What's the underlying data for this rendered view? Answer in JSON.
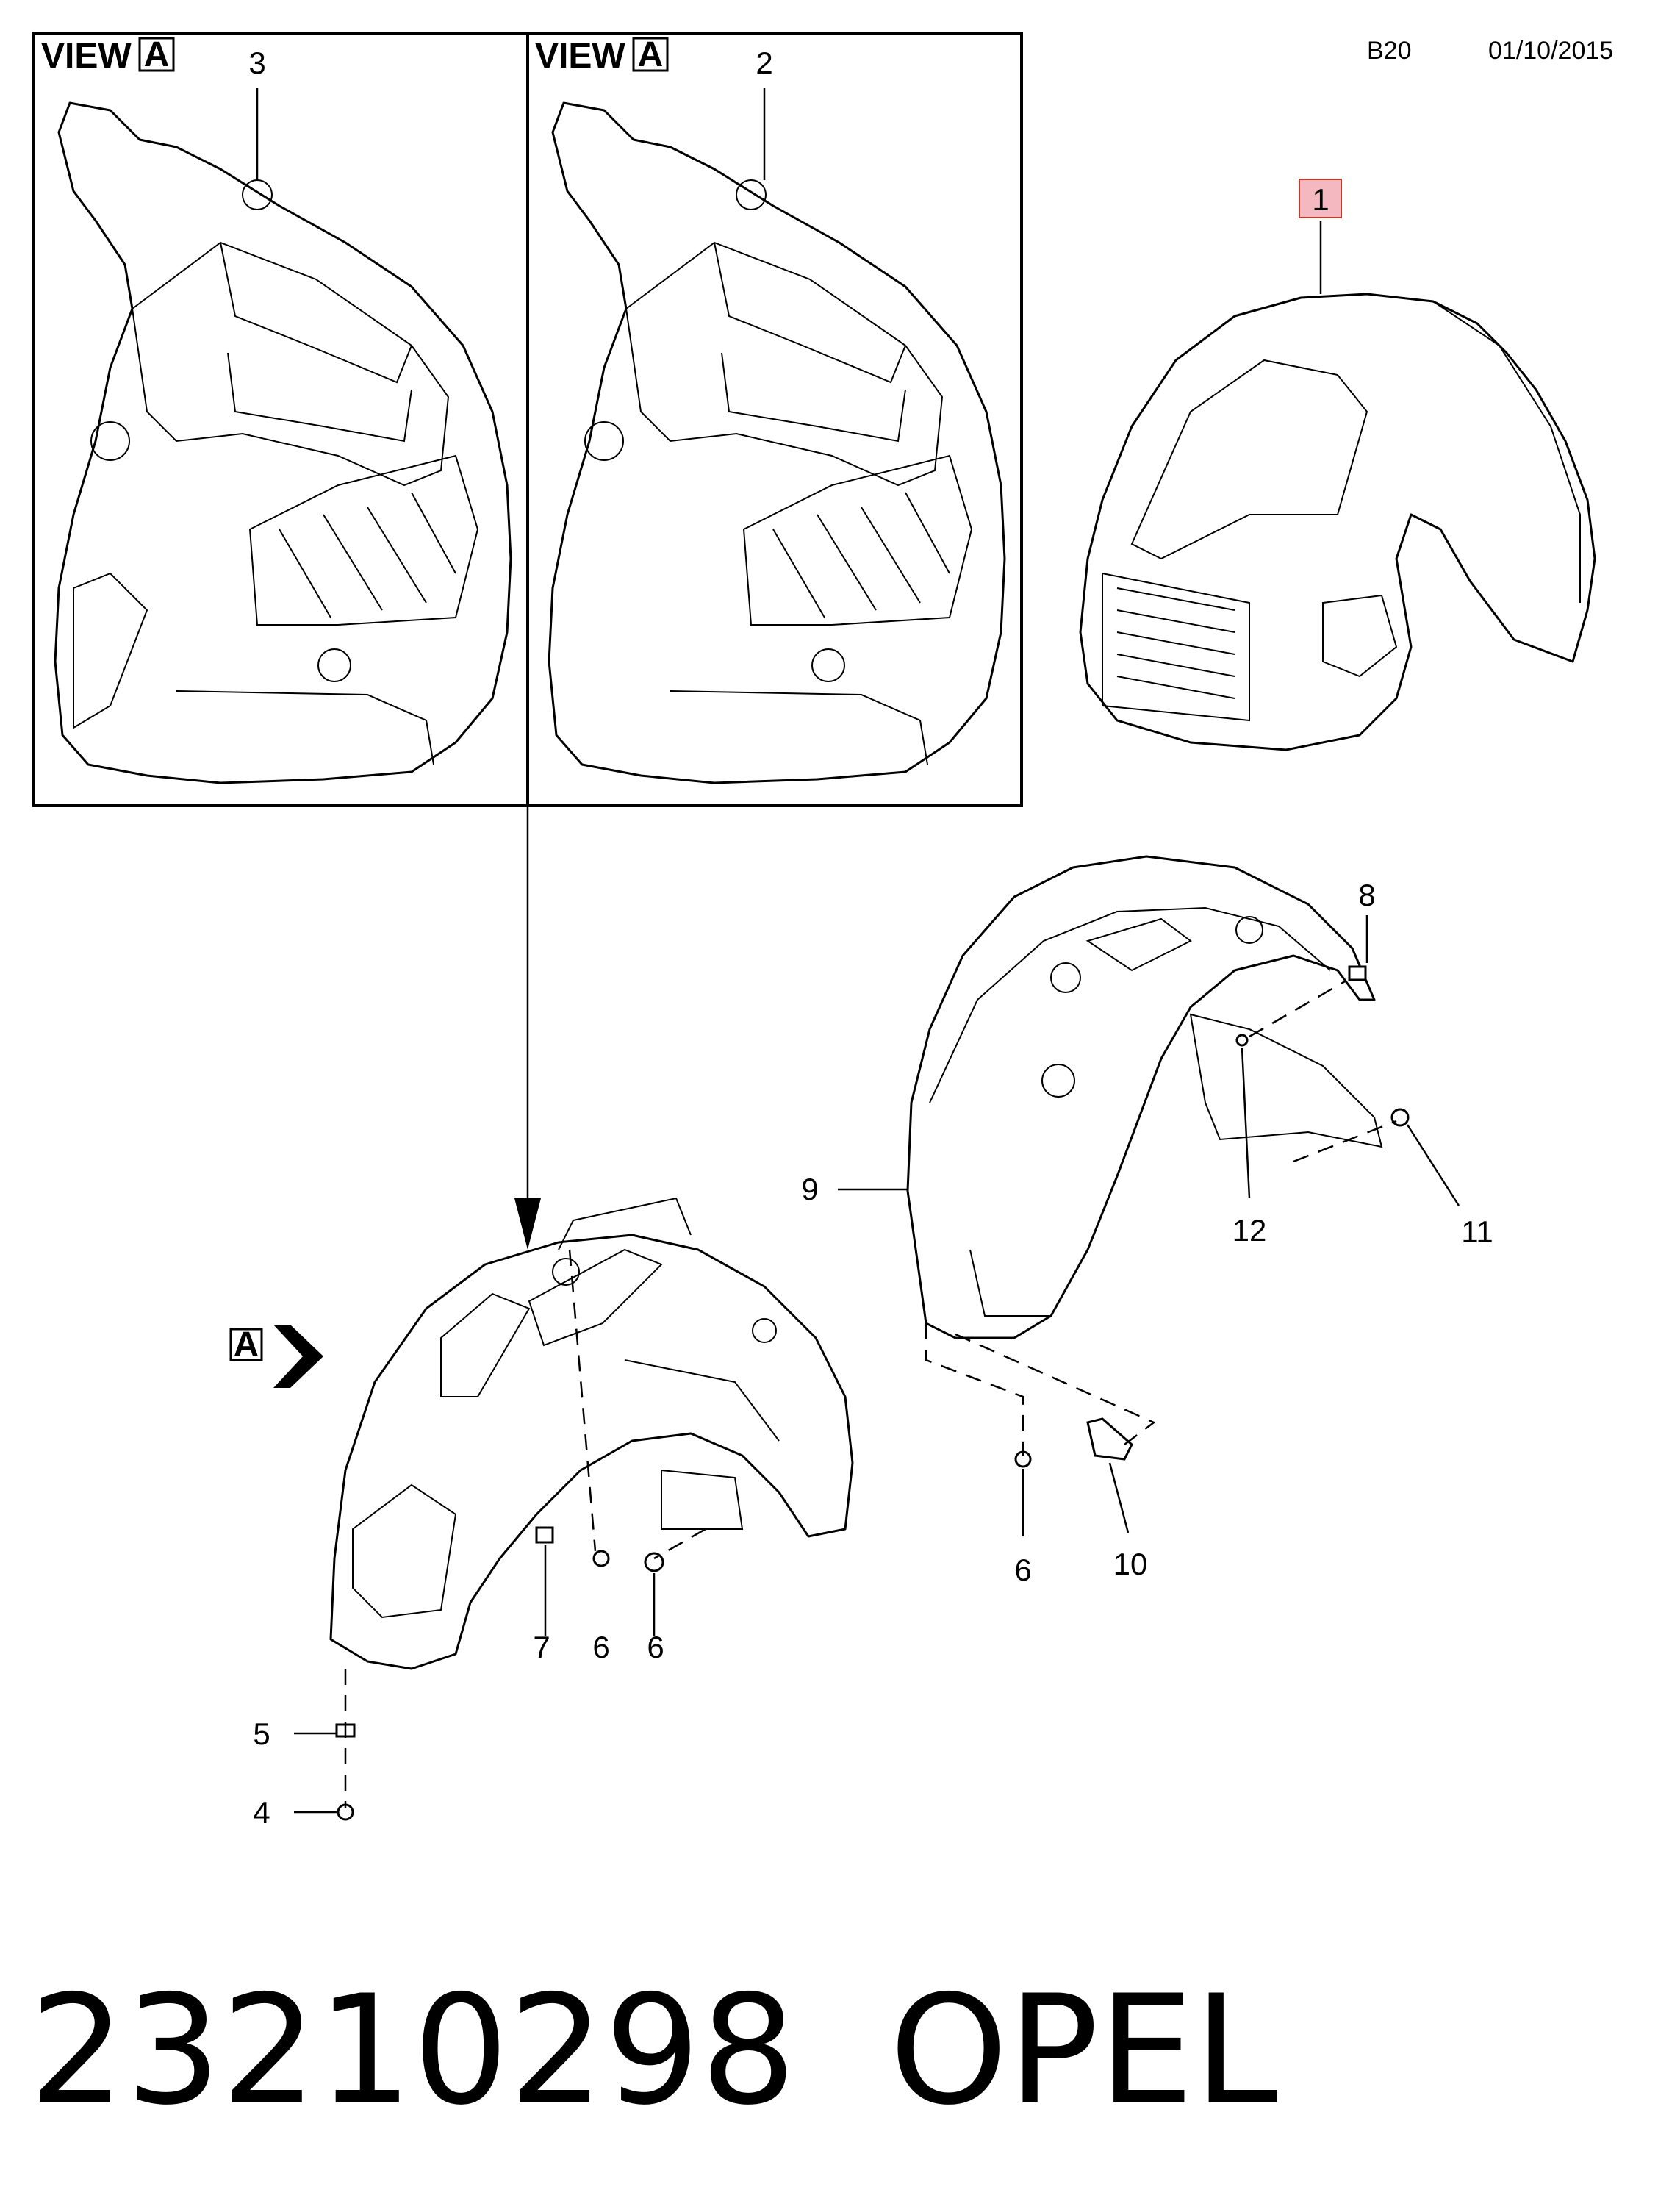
{
  "header": {
    "page_code": "B20",
    "date": "01/10/2015"
  },
  "views": [
    {
      "title": "VIEW",
      "marker": "A",
      "callout": "3"
    },
    {
      "title": "VIEW",
      "marker": "A",
      "callout": "2"
    }
  ],
  "view_arrow": {
    "marker": "A"
  },
  "callouts": {
    "c1": "1",
    "c2": "2",
    "c3": "3",
    "c4": "4",
    "c5": "5",
    "c6a": "6",
    "c6b": "6",
    "c6c": "6",
    "c7": "7",
    "c8": "8",
    "c9": "9",
    "c10": "10",
    "c11": "11",
    "c12": "12"
  },
  "highlight_color": "#f4b8c0",
  "footer": {
    "part_number": "23210298",
    "brand": "OPEL"
  }
}
